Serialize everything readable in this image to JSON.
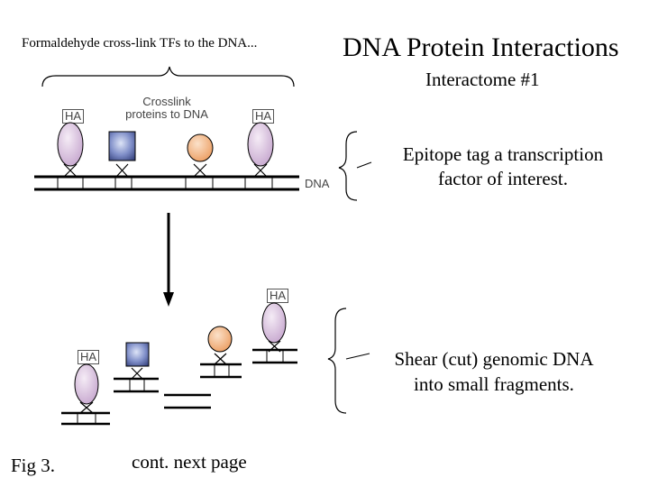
{
  "top_caption": "Formaldehyde cross-link TFs to the DNA...",
  "title": "DNA Protein Interactions",
  "subtitle": "Interactome #1",
  "crosslink_label_line1": "Crosslink",
  "crosslink_label_line2": "proteins to DNA",
  "dna_label": "DNA",
  "tag_label": "HA",
  "step1_line1": "Epitope tag a transcription",
  "step1_line2": "factor of interest.",
  "step2_line1": "Shear (cut) genomic DNA",
  "step2_line2": "into small fragments.",
  "figure_label": "Fig 3.",
  "continuation": "cont. next page",
  "colors": {
    "ha_protein": "#d7c0dd",
    "blue_protein": "#5868a8",
    "orange_protein": "#f2b384",
    "line": "#000000",
    "label_gray": "#555555"
  }
}
